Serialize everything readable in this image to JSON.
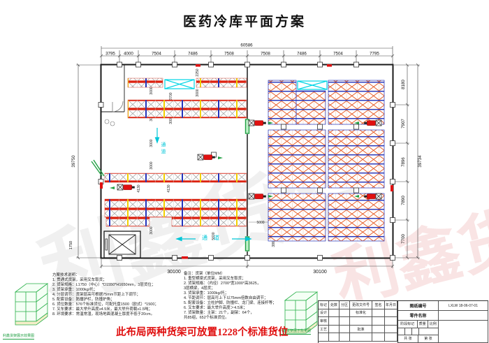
{
  "title": "医药冷库平面方案",
  "watermark": {
    "text1": "利鑫货架",
    "text2": "利鑫货架"
  },
  "plan": {
    "aisle_v": "通道",
    "aisle_h": "通道",
    "dims_top": {
      "total": "60586",
      "segs": [
        "3795",
        "4000",
        "7504",
        "7486",
        "7508",
        "7508",
        "7486",
        "7504",
        "7795"
      ]
    },
    "dims_left": {
      "total": "39750",
      "elevator": "1750"
    },
    "dims_right": {
      "total": "39734",
      "segs": [
        "8180",
        "7907",
        "7896",
        "7890",
        "7700"
      ]
    },
    "dims_bottom": [
      "30100",
      "30100"
    ],
    "inner_dims": [
      "2250",
      "3000",
      "3700",
      "3000",
      "3000",
      "3000",
      "3000",
      "3000",
      "4130",
      "4130",
      "3000",
      "3000",
      "3400",
      "5600",
      "3000",
      "5000",
      "5000",
      "3860"
    ]
  },
  "notes_left": {
    "title": "方案技术说明：",
    "lines": [
      "1. 贯通式货架，采用叉车取货；",
      "2. 货架规格：L1750（中心）*D1550*H1650mm，3层货位；",
      "3. 货架承重：1000kg/托；",
      "4. 分层调节：货架层高可根据75mm节距上下调节；",
      "5. 配套设备：防撞护栏，防撞护角；",
      "6. 货位数量：576个标准货位，可配托盘1500（欧式）*1500；",
      "7. 叉车要求：最大举升高度≥4.5米，最大举升荷载≥1.5吨；",
      "8. 环境要求：常温常湿，现场地面混凝土厚度不低于20cm。"
    ]
  },
  "notes_mid": {
    "title": "备注：货架（单位MM）",
    "lines": [
      "1. 重型横梁式货架，采用叉车取货；",
      "2. 货架规格：（内径）2700*宽1000*高3625，",
      "   3层横梁，4层货；",
      "3. 货架承重：1000kg/托；",
      "4. 节距调节：层高可上下以75mm倍数自由调节；",
      "5. 配套设备：立柱护脚、防撞栏、龙门梁、连接杆等；",
      "6. 叉车要求：最大举升高度＞4.5米；",
      "7. 货架数量：主架：21个，副架：64个，",
      "   共85组，652个标准货位。"
    ]
  },
  "banner": "此布局两种货架可放置1228个标准货位",
  "thumbs": {
    "caption": "利鑫货架展示效果图"
  },
  "titleblock": {
    "drawing_no_label": "图纸编号",
    "drawing_no": "LXLW 18-06-07-01",
    "part_label": "零件名称",
    "mark": "标记",
    "count": "处数",
    "zone": "分区",
    "changefile": "更改文件号",
    "sign": "签名",
    "date": "年月日",
    "design": "设计",
    "check": "审核",
    "craft": "工艺",
    "standard": "标准化",
    "approve": "批准",
    "stage": "阶段标记",
    "mass": "质量",
    "scale": "比例",
    "sheets": "共 张",
    "sheet": "第 张"
  },
  "colors": {
    "rack_red": "#dd2211",
    "rack_orange": "#e8622d",
    "beam_blue": "#2233bb",
    "cap_yellow": "#f0d000",
    "cyan": "#00c6d8",
    "green": "#22a044",
    "banner_red": "#e01010"
  }
}
